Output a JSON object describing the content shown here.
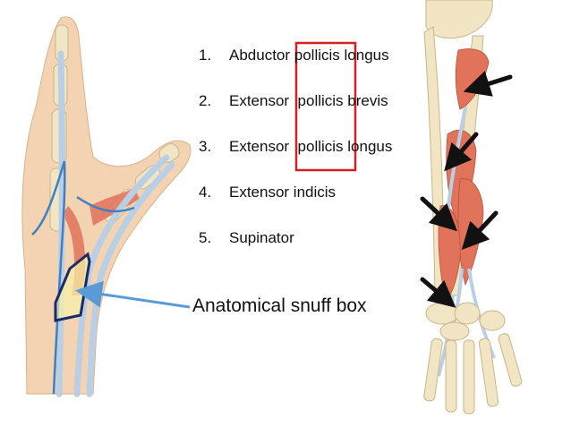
{
  "muscles": [
    {
      "num": "1.",
      "name": "Abductor pollicis longus"
    },
    {
      "num": "2.",
      "name": "Extensor  pollicis brevis"
    },
    {
      "num": "3.",
      "name": "Extensor  pollicis longus"
    },
    {
      "num": "4.",
      "name": "Extensor indicis"
    },
    {
      "num": "5.",
      "name": "Supinator"
    }
  ],
  "snuff_box_label": "Anatomical snuff box",
  "colors": {
    "highlight_box": "#d42020",
    "snuff_box_outline": "#1a2a6a",
    "arrow_blue": "#5b9bd5",
    "muscle": "#e0735a",
    "bone": "#f1e5c4",
    "skin": "#f3d3b2",
    "tendon": "#b9cfe6",
    "vein": "#3f7fc2",
    "black_arrow": "#111111"
  },
  "icons": [
    "hand-illustration",
    "forearm-illustration",
    "callout-arrow-icon",
    "black-arrow-icon"
  ]
}
